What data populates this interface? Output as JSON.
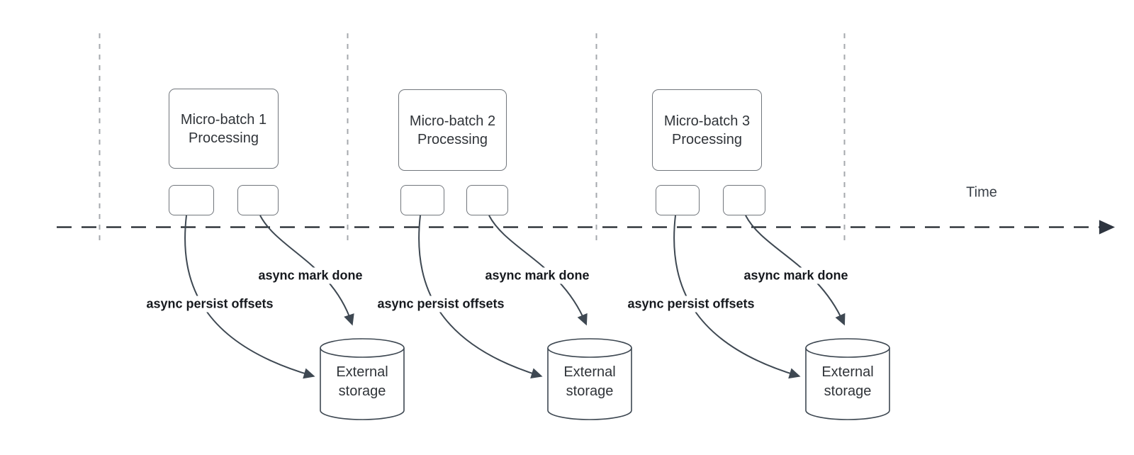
{
  "time_label": "Time",
  "columns": [
    {
      "batch_line1": "Micro-batch 1",
      "batch_line2": "Processing",
      "persist_label": "async persist offsets",
      "markdone_label": "async mark done",
      "storage_line1": "External",
      "storage_line2": "storage"
    },
    {
      "batch_line1": "Micro-batch 2",
      "batch_line2": "Processing",
      "persist_label": "async persist offsets",
      "markdone_label": "async mark done",
      "storage_line1": "External",
      "storage_line2": "storage"
    },
    {
      "batch_line1": "Micro-batch 3",
      "batch_line2": "Processing",
      "persist_label": "async persist offsets",
      "markdone_label": "async mark done",
      "storage_line1": "External",
      "storage_line2": "storage"
    }
  ],
  "colors": {
    "arrow_stroke": "#3e4852",
    "timeline_stroke": "#1f242a",
    "separator_stroke": "#a5a8ad",
    "box_border": "#71767c",
    "text": "#303439",
    "label_text": "#16191e"
  }
}
